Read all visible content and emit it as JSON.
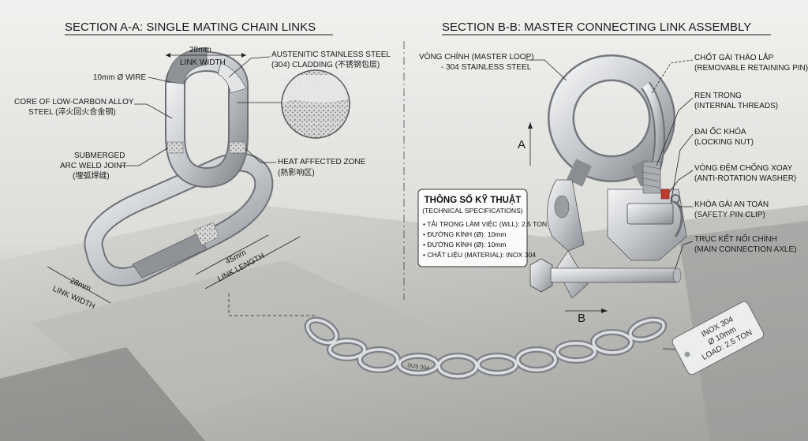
{
  "section_a": {
    "title": "SECTION A-A: SINGLE MATING CHAIN LINKS",
    "labels": {
      "top_width_value": "28mm",
      "top_width_label": "LINK WIDTH",
      "wire": "10mm Ø WIRE",
      "cladding_1": "AUSTENITIC STAINLESS STEEL",
      "cladding_2": "(304) CLADDING (不锈钢包层)",
      "core_1": "CORE OF LOW-CARBON ALLOY",
      "core_2": "STEEL (淬火回火合金钢)",
      "weld_1": "SUBMERGED",
      "weld_2": "ARC WELD JOINT",
      "weld_3": "(埋弧焊缝)",
      "haz_1": "HEAT AFFECTED ZONE",
      "haz_2": "(熱影响区)",
      "length_value": "45mm",
      "length_label": "LINK LENGTH",
      "bottom_width_value": "28mm",
      "bottom_width_label": "LINK WIDTH"
    }
  },
  "section_b": {
    "title": "SECTION B-B: MASTER CONNECTING LINK ASSEMBLY",
    "labels": {
      "master_1": "VÒNG CHÍNH (MASTER LOOP)",
      "master_2": "- 304 STAINLESS STEEL",
      "pin_1": "CHỐT GÀI THÁO LẮP",
      "pin_2": "(REMOVABLE RETAINING PIN)",
      "threads_1": "REN TRONG",
      "threads_2": "(INTERNAL THREADS)",
      "nut_1": "ĐAI ỐC KHÓA",
      "nut_2": "(LOCKING NUT)",
      "washer_1": "VÒNG ĐỆM CHỐNG XOAY",
      "washer_2": "(ANTI-ROTATION WASHER)",
      "clip_1": "KHÓA GÀI AN TOÀN",
      "clip_2": "(SAFETY PIN CLIP)",
      "axle_1": "TRỤC KẾT NỐI CHÍNH",
      "axle_2": "(MAIN CONNECTION AXLE)",
      "marker_a": "A",
      "marker_b": "B"
    }
  },
  "specs": {
    "title": "THÔNG SỐ KỸ THUẬT",
    "subtitle": "(TECHNICAL SPECIFICATIONS)",
    "items": [
      "• TẢI TRỌNG LÀM VIỆC (WLL): 2.5 TON",
      "• ĐƯỜNG KÍNH (Ø): 10mm",
      "• ĐƯỜNG KÍNH (Ø): 10mm",
      "• CHẤT LIỆU (MATERIAL): INOX 304"
    ]
  },
  "chain": {
    "stamp": "SUS 304",
    "tag_1": "INOX 304",
    "tag_2": "Ø 10mm",
    "tag_3": "LOAD: 2.5 TON"
  },
  "colors": {
    "steel": "#c9ccd0",
    "steel_dark": "#7d8187",
    "core": "#8f9296",
    "washer": "#c0392b",
    "ink": "#1a1a1a"
  }
}
